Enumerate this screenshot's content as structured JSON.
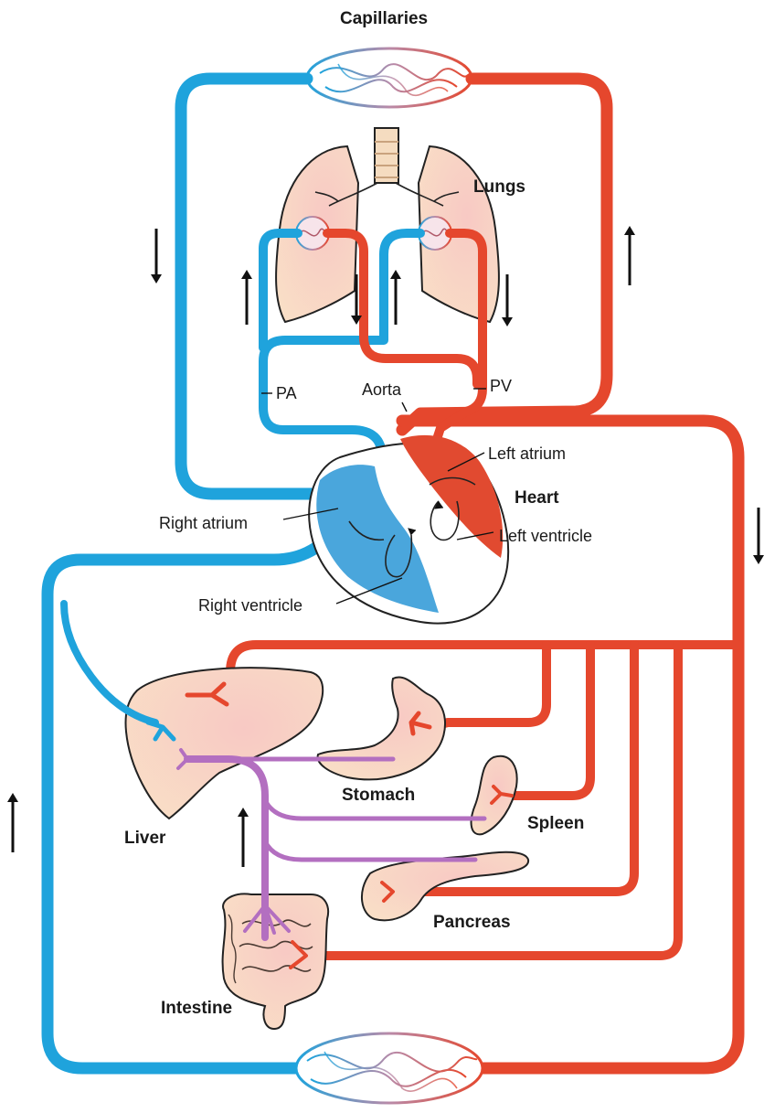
{
  "labels": {
    "capillaries": "Capillaries",
    "lungs": "Lungs",
    "pa": "PA",
    "aorta": "Aorta",
    "pv": "PV",
    "left_atrium": "Left atrium",
    "heart": "Heart",
    "right_atrium": "Right atrium",
    "left_ventricle": "Left ventricle",
    "right_ventricle": "Right ventricle",
    "liver": "Liver",
    "stomach": "Stomach",
    "spleen": "Spleen",
    "pancreas": "Pancreas",
    "intestine": "Intestine"
  },
  "colors": {
    "oxygen_poor": "#1fa3dc",
    "oxygen_rich": "#e5472d",
    "portal": "#b36fc0",
    "organ_fill": "#f9dcc4",
    "heart_blue": "#4aa6dc",
    "heart_red": "#e14a30"
  },
  "icons": {
    "flow_arrow": "arrow-icon"
  }
}
